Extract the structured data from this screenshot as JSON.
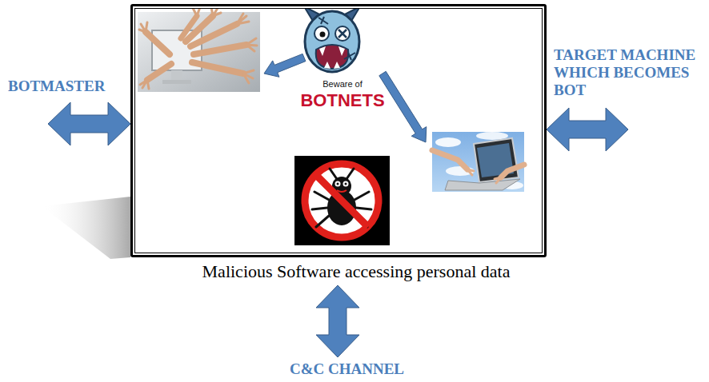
{
  "diagram": {
    "nodes": [
      {
        "text": [
          "BOTMASTER"
        ]
      },
      {
        "text": [
          "Malicious Software accessing personal data"
        ]
      },
      {
        "text": [
          "TARGET MACHINE WHICH BECOMES BOT"
        ]
      },
      {
        "text": [
          "C&C CHANNEL"
        ]
      }
    ],
    "edges": [
      {
        "from": 0,
        "to": 1,
        "arrow": "both"
      },
      {
        "from": 1,
        "to": 2,
        "arrow": "both"
      },
      {
        "from": 1,
        "to": 3,
        "arrow": "both"
      }
    ],
    "labels": [
      "Beware of",
      "BOTNETS"
    ]
  }
}
